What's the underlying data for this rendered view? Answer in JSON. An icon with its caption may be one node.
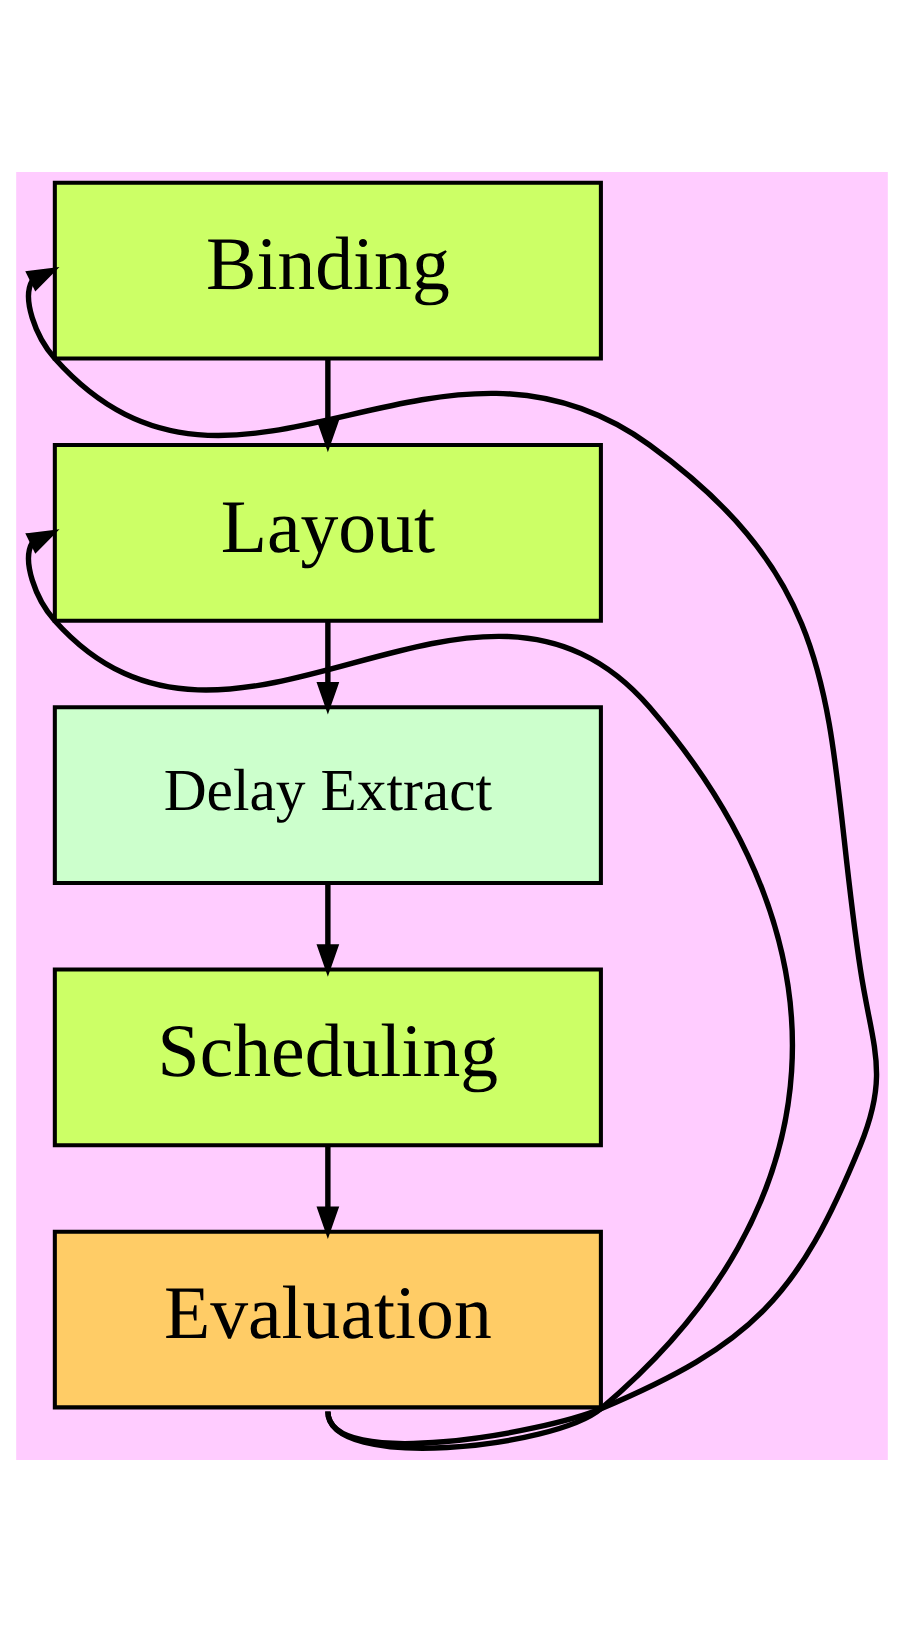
{
  "diagram": {
    "nodes": [
      {
        "text": [
          "Binding"
        ]
      },
      {
        "text": [
          "Layout"
        ]
      },
      {
        "text": [
          "Delay Extract"
        ]
      },
      {
        "text": [
          "Scheduling"
        ]
      },
      {
        "text": [
          "Evaluation"
        ]
      }
    ],
    "edges": [
      {
        "from": 0,
        "to": 1,
        "arrow": "to"
      },
      {
        "from": 1,
        "to": 2,
        "arrow": "to"
      },
      {
        "from": 2,
        "to": 3,
        "arrow": "to"
      },
      {
        "from": 3,
        "to": 4,
        "arrow": "to"
      },
      {
        "from": 4,
        "to": 0,
        "arrow": "to"
      },
      {
        "from": 4,
        "to": 1,
        "arrow": "to"
      }
    ]
  }
}
